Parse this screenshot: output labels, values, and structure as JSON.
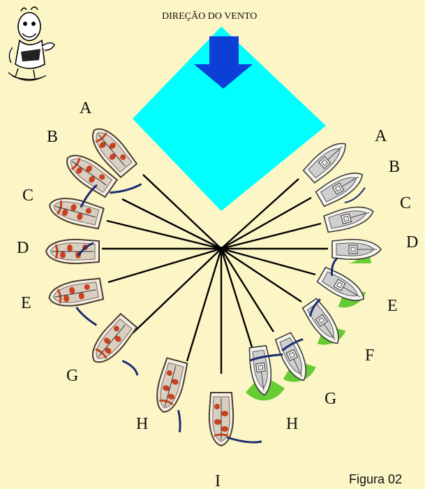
{
  "wind": {
    "title": "DIREÇÃO DO VENTO",
    "zone_color": "#00FFFF",
    "arrow_color": "#0B3FD6"
  },
  "figure_label": "Figura 02",
  "left_labels": [
    "A",
    "B",
    "C",
    "D",
    "E",
    "G",
    "H",
    "I"
  ],
  "right_labels": [
    "A",
    "B",
    "C",
    "D",
    "E",
    "F",
    "G",
    "H"
  ],
  "colors": {
    "background": "#FCF5C6",
    "spokes": "#000000",
    "hull": "#F2EFE6",
    "deck": "#CFCFCF",
    "crew": "#C8421F",
    "boom": "#1E2A6E",
    "wave": "#66CC33"
  },
  "mascot": {
    "icon": "cartoon-sailor-character"
  }
}
